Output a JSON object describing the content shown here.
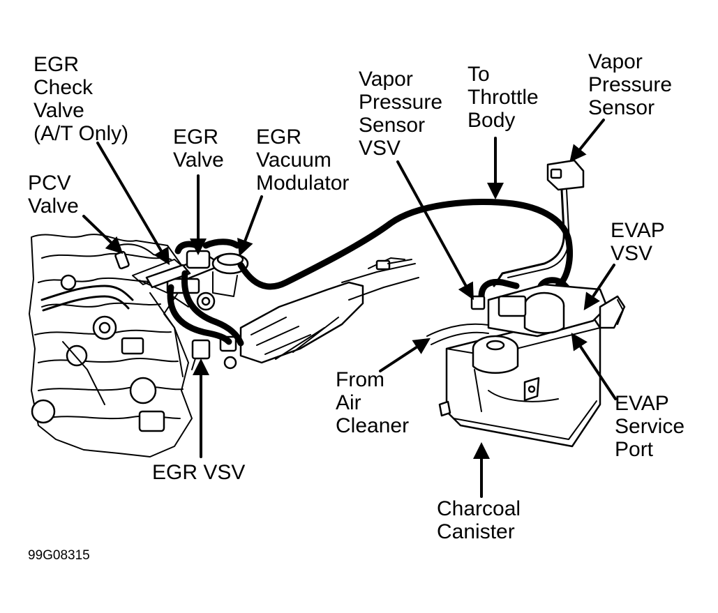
{
  "diagram": {
    "labels": {
      "egr_check_valve": [
        "EGR",
        "Check",
        "Valve",
        "(A/T Only)"
      ],
      "egr_valve": [
        "EGR",
        "Valve"
      ],
      "egr_vacuum_modulator": [
        "EGR",
        "Vacuum",
        "Modulator"
      ],
      "pcv_valve": [
        "PCV",
        "Valve"
      ],
      "vapor_pressure_sensor_vsv": [
        "Vapor",
        "Pressure",
        "Sensor",
        "VSV"
      ],
      "to_throttle_body": [
        "To",
        "Throttle",
        "Body"
      ],
      "vapor_pressure_sensor": [
        "Vapor",
        "Pressure",
        "Sensor"
      ],
      "evap_vsv": [
        "EVAP",
        "VSV"
      ],
      "from_air_cleaner": [
        "From",
        "Air",
        "Cleaner"
      ],
      "evap_service_port": [
        "EVAP",
        "Service",
        "Port"
      ],
      "egr_vsv": [
        "EGR VSV"
      ],
      "charcoal_canister": [
        "Charcoal",
        "Canister"
      ]
    },
    "figure_code": "99G08315"
  }
}
